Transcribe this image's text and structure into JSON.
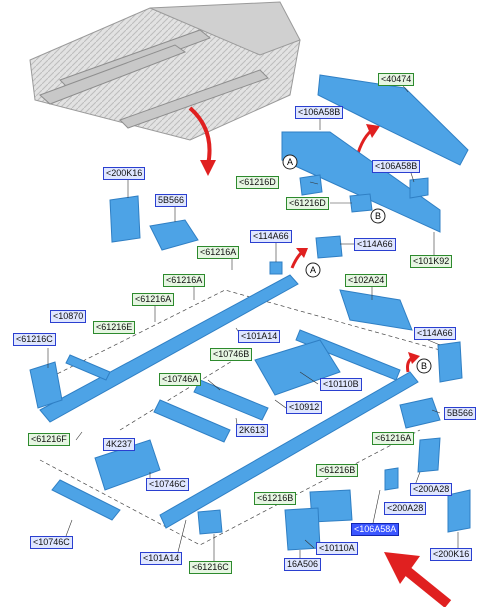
{
  "labels": [
    {
      "text": "<40474",
      "style": "green"
    },
    {
      "text": "<106A58B",
      "style": "blue"
    },
    {
      "text": "<106A58B",
      "style": "blue"
    },
    {
      "text": "<61216D",
      "style": "green"
    },
    {
      "text": "<61216D",
      "style": "green"
    },
    {
      "text": "<101K92",
      "style": "green"
    },
    {
      "text": "<200K16",
      "style": "blue"
    },
    {
      "text": "5B566",
      "style": "blue"
    },
    {
      "text": "<61216A",
      "style": "green"
    },
    {
      "text": "<114A66",
      "style": "blue"
    },
    {
      "text": "<114A66",
      "style": "blue"
    },
    {
      "text": "<61216A",
      "style": "green"
    },
    {
      "text": "<61216A",
      "style": "green"
    },
    {
      "text": "<102A24",
      "style": "green"
    },
    {
      "text": "<10870",
      "style": "blue"
    },
    {
      "text": "<61216E",
      "style": "green"
    },
    {
      "text": "<61216C",
      "style": "blue"
    },
    {
      "text": "<101A14",
      "style": "blue"
    },
    {
      "text": "<114A66",
      "style": "blue"
    },
    {
      "text": "<10746B",
      "style": "green"
    },
    {
      "text": "<10110B",
      "style": "blue"
    },
    {
      "text": "<10746A",
      "style": "green"
    },
    {
      "text": "<10912",
      "style": "blue"
    },
    {
      "text": "5B566",
      "style": "blue"
    },
    {
      "text": "2K613",
      "style": "blue"
    },
    {
      "text": "<61216A",
      "style": "green"
    },
    {
      "text": "<61216F",
      "style": "green"
    },
    {
      "text": "4K237",
      "style": "blue"
    },
    {
      "text": "<61216B",
      "style": "green"
    },
    {
      "text": "<10746C",
      "style": "blue"
    },
    {
      "text": "<200A28",
      "style": "blue"
    },
    {
      "text": "<61216B",
      "style": "green"
    },
    {
      "text": "<200A28",
      "style": "blue"
    },
    {
      "text": "<106A58A",
      "style": "highlight"
    },
    {
      "text": "<10746C",
      "style": "blue"
    },
    {
      "text": "<101A14",
      "style": "blue"
    },
    {
      "text": "<10110A",
      "style": "blue"
    },
    {
      "text": "<61216C",
      "style": "green"
    },
    {
      "text": "16A506",
      "style": "blue"
    },
    {
      "text": "<200K16",
      "style": "blue"
    }
  ],
  "callouts": [
    "A",
    "B",
    "A",
    "B"
  ],
  "colors": {
    "part_fill": "#4da3e6",
    "part_dark": "#2f7fc4",
    "overview_fill": "#d8d8d8",
    "arrow": "#e02020",
    "label_blue_bg": "#dfe6ff",
    "label_green_bg": "#e6f6e2",
    "label_highlight_bg": "#3b56ff"
  }
}
